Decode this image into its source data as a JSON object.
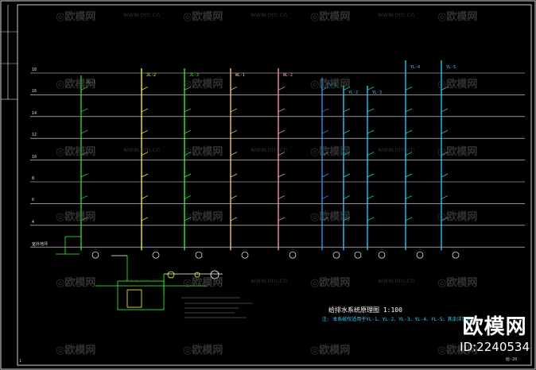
{
  "floors": [
    "18",
    "16",
    "14",
    "12",
    "10",
    "8",
    "6",
    "4",
    "室外地坪"
  ],
  "diagram": {
    "title": "给排水系统原理图 1:100",
    "note": "注: 本系统仅适用于YL-1、YL-2、YL-3、YL-4、YL-5，其余详见说明"
  },
  "risers": [
    {
      "label": "JL-1",
      "color": "#3fd63f"
    },
    {
      "label": "JL-2",
      "color": "#ffff33"
    },
    {
      "label": "JL-3",
      "color": "#33ff33"
    },
    {
      "label": "WL-1",
      "color": "#ffcc88"
    },
    {
      "label": "WL-2",
      "color": "#ff99cc"
    },
    {
      "label": "YL-1",
      "color": "#3399ff"
    },
    {
      "label": "YL-2",
      "color": "#2ad4ff"
    },
    {
      "label": "YL-3",
      "color": "#2ad4ff"
    },
    {
      "label": "YL-4",
      "color": "#2ad4ff"
    },
    {
      "label": "YL-5",
      "color": "#2ad4ff"
    }
  ],
  "watermark": {
    "brand": "欧模网",
    "url": "www.om.cn",
    "id": "ID:2240534"
  },
  "sheet": {
    "corner_left": "1",
    "corner_right": "给-20"
  }
}
